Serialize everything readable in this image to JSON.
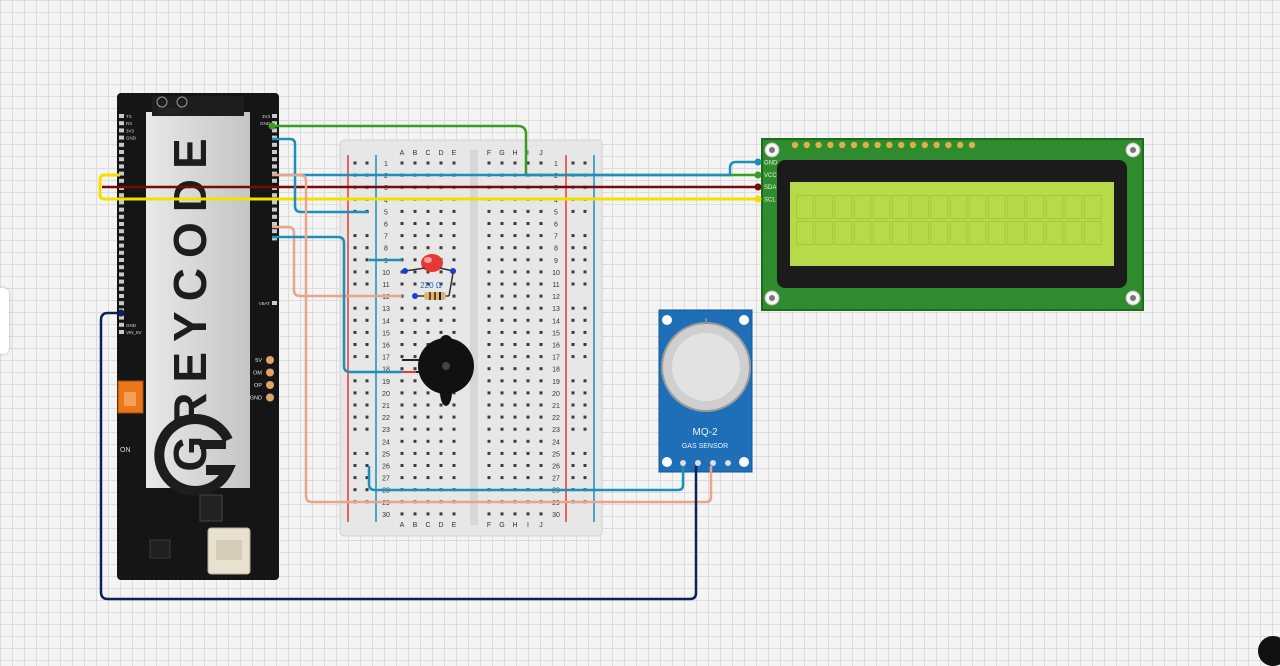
{
  "board": {
    "brand": "GREYCODE",
    "left_pins": [
      "TX",
      "RX",
      "3V3",
      "GND",
      "",
      "",
      "",
      "",
      "",
      "",
      "",
      "",
      "",
      "",
      "",
      "",
      "",
      "",
      "",
      "",
      "",
      "",
      "",
      "",
      "",
      "",
      "",
      "",
      "",
      "GND",
      "VIN_5V"
    ],
    "right_pins": [
      "3V3",
      "GND",
      "",
      "",
      "",
      "",
      "",
      "",
      "",
      "",
      "",
      "",
      "",
      "",
      "",
      "",
      "",
      "",
      "VBAT"
    ],
    "side_labels": [
      "5V",
      "OM",
      "OP",
      "GND"
    ],
    "on_label": "ON"
  },
  "breadboard": {
    "rows": 30,
    "cols_left": [
      "A",
      "B",
      "C",
      "D",
      "E"
    ],
    "cols_right": [
      "F",
      "G",
      "H",
      "I",
      "J"
    ]
  },
  "resistor_label": "220 Ω",
  "lcd": {
    "pins": [
      "GND",
      "VCC",
      "SDA",
      "SCL"
    ],
    "colors": {
      "pcb": "#2e8b2e",
      "screen": "#b7d94a"
    }
  },
  "sensor": {
    "model": "MQ-2",
    "label": "GAS SENSOR"
  },
  "wire_colors": {
    "green": "#3a9d23",
    "blue": "#1e8fb8",
    "maroon": "#7a0a0a",
    "yellow": "#f3e000",
    "salmon": "#e9a58c",
    "navy": "#0b2257"
  }
}
